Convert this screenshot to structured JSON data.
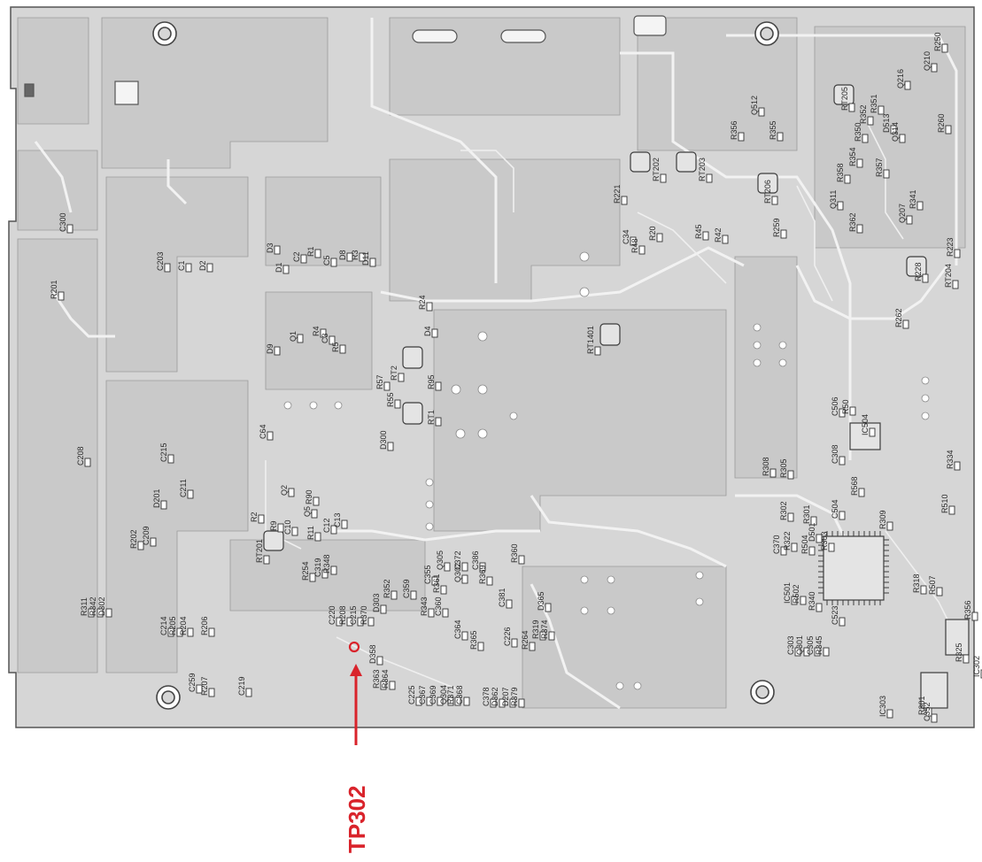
{
  "callout": {
    "label": "TP302",
    "color": "#d9232b"
  },
  "board_colors": {
    "substrate": "#d6d6d6",
    "copper": "#c8c8c8",
    "trace": "#ececec",
    "outline": "#555555"
  },
  "component_labels": [
    "R250",
    "Q210",
    "Q216",
    "RT205",
    "R352",
    "R351",
    "R350",
    "Q512",
    "R356",
    "R355",
    "R354",
    "D513",
    "R358",
    "Q314",
    "R260",
    "R357",
    "RT202",
    "RT203",
    "R221",
    "RT206",
    "Q311",
    "R362",
    "Q207",
    "R341",
    "R259",
    "R45",
    "R42",
    "R48",
    "C34",
    "R20",
    "R223",
    "RT204",
    "R228",
    "R262",
    "C300",
    "C203",
    "C1",
    "D2",
    "D3",
    "D1",
    "C2",
    "R1",
    "C5",
    "D8",
    "R3",
    "D11",
    "R201",
    "Q1",
    "D9",
    "R4",
    "C3",
    "R5",
    "R24",
    "D4",
    "RT2",
    "R95",
    "RT1401",
    "R57",
    "R55",
    "RT1",
    "C64",
    "D300",
    "C208",
    "C215",
    "D201",
    "C211",
    "R202",
    "C209",
    "Q2",
    "R90",
    "Q5",
    "R2",
    "R9",
    "C10",
    "R11",
    "C12",
    "C13",
    "RT201",
    "R254",
    "C319",
    "R348",
    "C506",
    "R50",
    "IC504",
    "C308",
    "R308",
    "R305",
    "R334",
    "R568",
    "C504",
    "R309",
    "R510",
    "R302",
    "R301",
    "D501",
    "R322",
    "R504",
    "R303",
    "C523",
    "IC501",
    "R502",
    "R340",
    "R318",
    "R507",
    "R356",
    "R325",
    "IC302",
    "C352",
    "R301",
    "IC303",
    "C303",
    "Q301",
    "C305",
    "R345",
    "R311",
    "R342",
    "D302",
    "C214",
    "R205",
    "R204",
    "R206",
    "R207",
    "C219",
    "C259",
    "C220",
    "R208",
    "C215",
    "R370",
    "D303",
    "R352",
    "C359",
    "C355",
    "R361",
    "Q302",
    "R360",
    "R369",
    "R343",
    "C360",
    "C364",
    "R365",
    "D358",
    "R363",
    "R364",
    "C225",
    "C367",
    "C369",
    "Q304",
    "R371",
    "C368",
    "C378",
    "D362",
    "D207",
    "R379",
    "C381",
    "D365",
    "C226",
    "R264",
    "R319",
    "R374",
    "C370",
    "Q305",
    "C372",
    "C386"
  ]
}
